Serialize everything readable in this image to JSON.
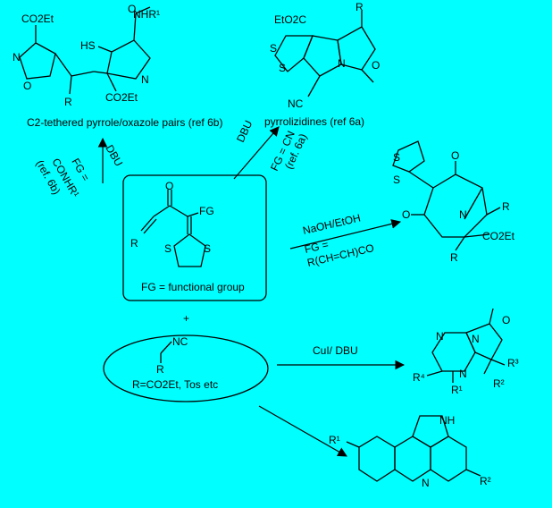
{
  "colors": {
    "background": "#00ffff",
    "ink": "#000000"
  },
  "top_left": {
    "co2et": "CO2Et",
    "nhr1": "NHR¹",
    "o": "O",
    "sh": "HS",
    "n_oxazole": "N",
    "o_oxazole": "O",
    "n_pyrrole": "N",
    "r": "R",
    "co2et_bottom": "CO2Et",
    "caption": "C2-tethered pyrrole/oxazole pairs (ref 6b)"
  },
  "top_right": {
    "eto2c": "EtO2C",
    "r": "R",
    "s1": "S",
    "s2": "S",
    "n": "N",
    "o": "O",
    "nc": "NC",
    "caption": "pyrrolizidines  (ref 6a)"
  },
  "center": {
    "o": "O",
    "fg": "FG",
    "r": "R",
    "s1": "S",
    "s2": "S",
    "caption": "FG = functional group",
    "plus": "+"
  },
  "isocyanide": {
    "nc": "NC",
    "r": "R",
    "caption": "R=CO2Et, Tos etc"
  },
  "arrows": {
    "left_reagent": "DBU",
    "left_cond1": "FG =",
    "left_cond2": "CONHR¹",
    "left_cond3": "(ref. 6b)",
    "mid_reagent": "DBU",
    "mid_cond1": "FG = CN",
    "mid_cond2": "(ref. 6a)",
    "right_reagent": "NaOH/EtOH",
    "right_cond1": "FG =",
    "right_cond2": "R(CH=CH)CO",
    "cu_reagent": "CuI/ DBU"
  },
  "right_mid": {
    "o_top": "O",
    "o_left": "O",
    "s1": "S",
    "s2": "S",
    "n": "N",
    "r_top": "R",
    "r_bottom": "R",
    "co2et": "CO2Et"
  },
  "triazine": {
    "o": "O",
    "n1": "N",
    "n2": "N",
    "n3": "N",
    "r4": "R⁴",
    "r1": "R¹",
    "r2": "R²",
    "r3": "R³"
  },
  "quinoline": {
    "nh": "NH",
    "r1": "R¹",
    "n": "N",
    "r2": "R²"
  }
}
